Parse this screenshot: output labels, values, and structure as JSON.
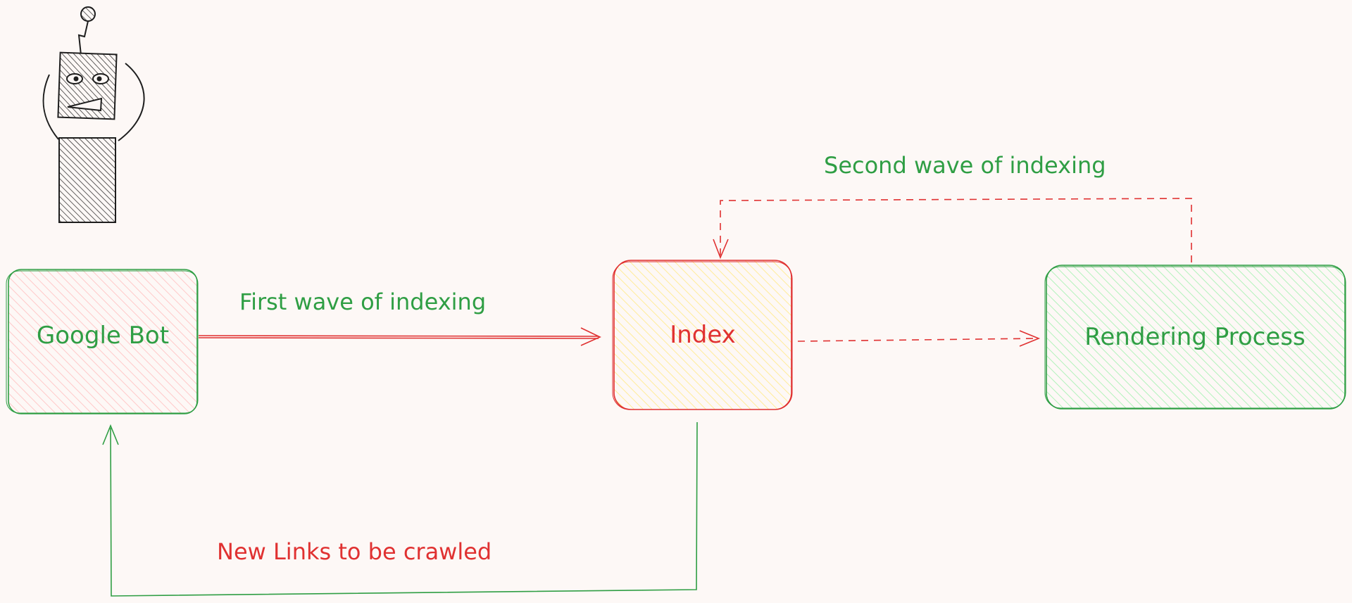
{
  "nodes": {
    "google_bot": "Google Bot",
    "index": "Index",
    "rendering": "Rendering Process"
  },
  "edges": {
    "first_wave": "First wave of indexing",
    "second_wave": "Second wave of indexing",
    "new_links": "New Links to be crawled"
  },
  "colors": {
    "background": "#fdf8f6",
    "green": "#2f9e44",
    "red": "#e03131",
    "pink_fill": "#ffc9c9",
    "yellow_fill": "#ffec99",
    "green_fill": "#b2f2bb",
    "ink": "#1e1e1e"
  }
}
